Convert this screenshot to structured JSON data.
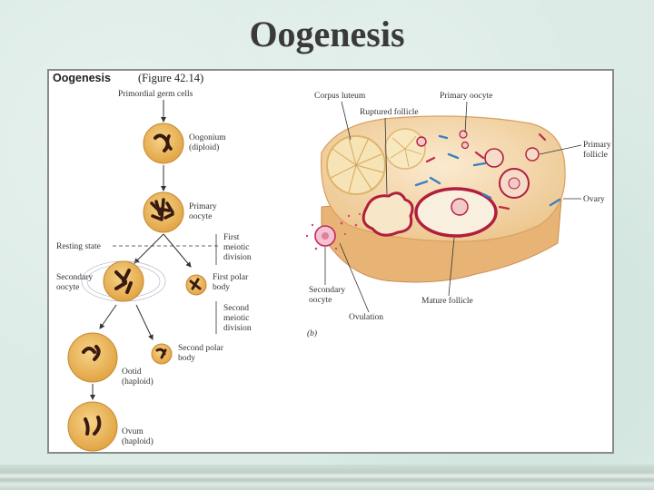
{
  "slide": {
    "title": "Oogenesis"
  },
  "figure": {
    "header": {
      "title": "Oogenesis",
      "reference": "(Figure 42.14)"
    },
    "panel_b": "(b)",
    "left": {
      "primordial": "Primordial germ cells",
      "oogonium": [
        "Oogonium",
        "(diploid)"
      ],
      "primary_oocyte": [
        "Primary",
        "oocyte"
      ],
      "resting_state": "Resting state",
      "first_meiotic": [
        "First",
        "meiotic",
        "division"
      ],
      "secondary_oocyte": [
        "Secondary",
        "oocyte"
      ],
      "first_polar": [
        "First polar",
        "body"
      ],
      "second_meiotic": [
        "Second",
        "meiotic",
        "division"
      ],
      "second_polar": [
        "Second polar",
        "body"
      ],
      "ootid": [
        "Ootid",
        "(haploid)"
      ],
      "ovum": [
        "Ovum",
        "(haploid)"
      ]
    },
    "right": {
      "corpus_luteum": "Corpus luteum",
      "primary_oocyte": "Primary oocyte",
      "ruptured_follicle": "Ruptured follicle",
      "primary_follicle": [
        "Primary",
        "follicle"
      ],
      "ovary": "Ovary",
      "secondary_oocyte": [
        "Secondary",
        "oocyte"
      ],
      "mature_follicle": "Mature follicle",
      "ovulation": "Ovulation"
    }
  },
  "colors": {
    "cell_fill": "#e9b45c",
    "chromosome": "#3a1a10",
    "ovary_tissue": "#f0d8a8",
    "ovary_edge": "#d9a060",
    "follicle_red": "#b01e3c"
  }
}
